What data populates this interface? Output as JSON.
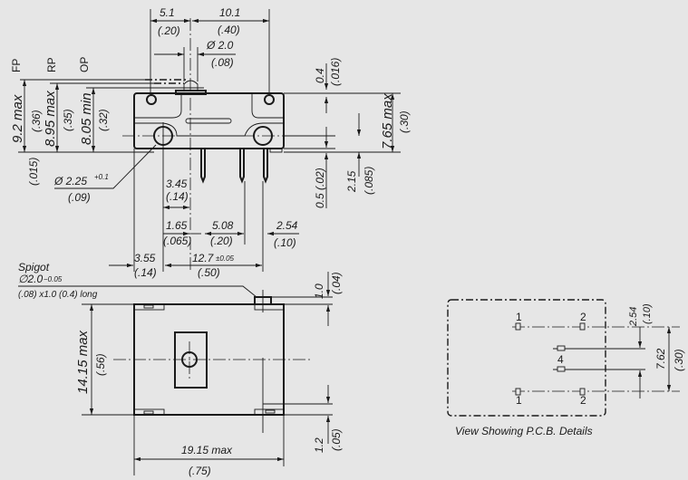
{
  "side_view": {
    "dim_5_1": "5.1",
    "dim_5_1_in": "(.20)",
    "dim_10_1": "10.1",
    "dim_10_1_in": "(.40)",
    "dim_dia_2_0": "Ø 2.0",
    "dim_dia_2_0_in": "(.08)",
    "label_fp": "FP",
    "label_rp": "RP",
    "label_op": "OP",
    "dim_9_2": "9.2 max",
    "dim_9_2_in": "(.36)",
    "dim_8_95": "8.95 max",
    "dim_8_95_in": "(.35)",
    "dim_8_05": "8.05 min",
    "dim_8_05_in": "(.32)",
    "dim_015_in": "(.015)",
    "dim_dia_2_25": "Ø 2.25",
    "dim_dia_2_25_tol": "+0.1",
    "dim_dia_2_25_in": "(.09)",
    "dim_3_45": "3.45",
    "dim_3_45_in": "(.14)",
    "dim_1_65": "1.65",
    "dim_1_65_in": "(.065)",
    "dim_5_08": "5.08",
    "dim_5_08_in": "(.20)",
    "dim_2_54": "2.54",
    "dim_2_54_in": "(.10)",
    "dim_3_55": "3.55",
    "dim_3_55_in": "(.14)",
    "dim_12_7": "12.7",
    "dim_12_7_tol": "±0.05",
    "dim_12_7_in": "(.50)",
    "dim_0_4": "0.4",
    "dim_0_4_in": "(.016)",
    "dim_0_5": "0.5 (.02)",
    "dim_2_15": "2.15",
    "dim_2_15_in": "(.085)",
    "dim_7_65": "7.65 max",
    "dim_7_65_in": "(.30)"
  },
  "bottom_view": {
    "spigot_title": "Spigot",
    "spigot_dia": "∅2.0",
    "spigot_tol": "−0.05",
    "spigot_desc": "(.08) x1.0 (0.4) long",
    "dim_1_0": "1.0",
    "dim_1_0_in": "(.04)",
    "dim_14_15": "14.15 max",
    "dim_14_15_in": "(.56)",
    "dim_1_2": "1.2",
    "dim_1_2_in": "(.05)",
    "dim_19_15": "19.15 max",
    "dim_19_15_in": "(.75)"
  },
  "pcb_view": {
    "pin_1_top": "1",
    "pin_2_top": "2",
    "pin_4": "4",
    "pin_1_bottom": "1",
    "pin_2_bottom": "2",
    "dim_2_54": "2.54",
    "dim_2_54_in": "(.10)",
    "dim_7_62": "7.62",
    "dim_7_62_in": "(.30)",
    "caption": "View Showing P.C.B. Details"
  }
}
